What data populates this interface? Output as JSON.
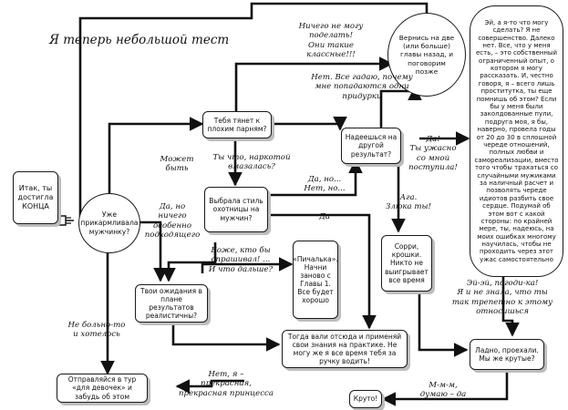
{
  "title": "Я теперь небольшой тест",
  "nodes": {
    "start": "Итак, ты достигла КОНЦА",
    "q_fed_up": "Уже прикармливала мужчинку?",
    "q_bad_boys": "Тебя тянет к плохим парням?",
    "q_style": "Выбрала стиль охотницы на мужчин?",
    "q_expectations": "Твои ожидания в плане результатов реалистичны?",
    "q_other_result": "Надеешься на другой результат?",
    "back_chapters": "Вернись на две (или больше) главы назад, и поговорим позже",
    "sad_start": "«Пичалька». Начни заново с Главы 1. Все будет хорошо",
    "apply_knowledge": "Тогда вали отсюда и применяй свои знания на практике. Не могу же я все время тебя за ручку водить!",
    "tour_girls": "Отправляйся в тур «для девочек» и забудь об этом",
    "sorry_crumbs": "Сорри, крошки. Никто не выигрывает все время",
    "fine_cool": "Ладно, проехали. Мы же крутые?",
    "cool": "Круто!",
    "big_oval": "Эй, а я-то что могу сделать? Я не совершенство. Далеко нет. Все, что у меня есть, – это собственный ограниченный опыт, о котором я могу рассказать. И, честно говоря, я – всего лишь проститутка, ты еще помнишь об этом? Если бы у меня были заколдованные пули, подруга моя, я бы, наверно, провела годы от 20 до 30 в сплошной череде отношений, полных любви и самореализации, вместо того чтобы трахаться со случайными мужиками за наличный расчет и позволять череде идиотов разбить свое сердце. Подумай об этом вот с какой стороны: по крайней мере, ты, надеюсь, на моих ошибках многому научилась, чтобы не проходить через этот ужас самостоятельно"
  },
  "labels": {
    "nothing_to_do": "Ничего не могу поделать!\nОни такие\nклассные!!!",
    "no_everything": "Нет. Все гадаю, почему\nмне попадаются одни\nпридурки",
    "maybe": "Может\nбыть",
    "on_drugs": "Ты что, наркотой\nвмазалась?",
    "yes_but": "Да, но...\nНет, но...",
    "yes_terrible": "Да!\nТы ужасно\nсо мной\nпоступила!",
    "yes_nothing": "Да, но\nничего\nособенно\nподходящего",
    "yes": "Да",
    "who_said": "Боже, кто бы\nспрашивал! ...\nИ что дальше?",
    "aha_evil": "Ага.\nЗлюка ты!",
    "no_much": "Не больно-то\nи хотелось",
    "hey_wait": "Эй-эй, погоди-ка!\nЯ и не знала, что ты\nтак трепетно к этому\nотносишься",
    "no_princess": "Нет, я –\nпрекрасная,\nпрекрасная принцесса",
    "mmm": "М-м-м,\nдумаю – да"
  }
}
